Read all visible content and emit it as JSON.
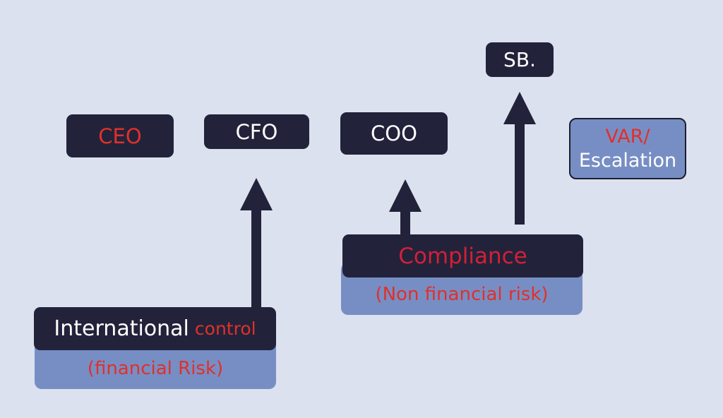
{
  "nodes": {
    "ceo": "CEO",
    "cfo": "CFO",
    "coo": "COO",
    "sb": "SB.",
    "var_line1": "VAR/",
    "var_line2": "Escalation",
    "international_word": "International",
    "control_word": "control",
    "financial_risk": "(financial Risk)",
    "compliance": "Compliance",
    "non_financial_risk": "(Non financial risk)"
  },
  "colors": {
    "background": "#dce1ef",
    "dark_box": "#22233a",
    "blue_box": "#778ec4",
    "accent_red": "#e0302b",
    "compliance_red": "#d31f38",
    "arrow": "#22233a"
  }
}
